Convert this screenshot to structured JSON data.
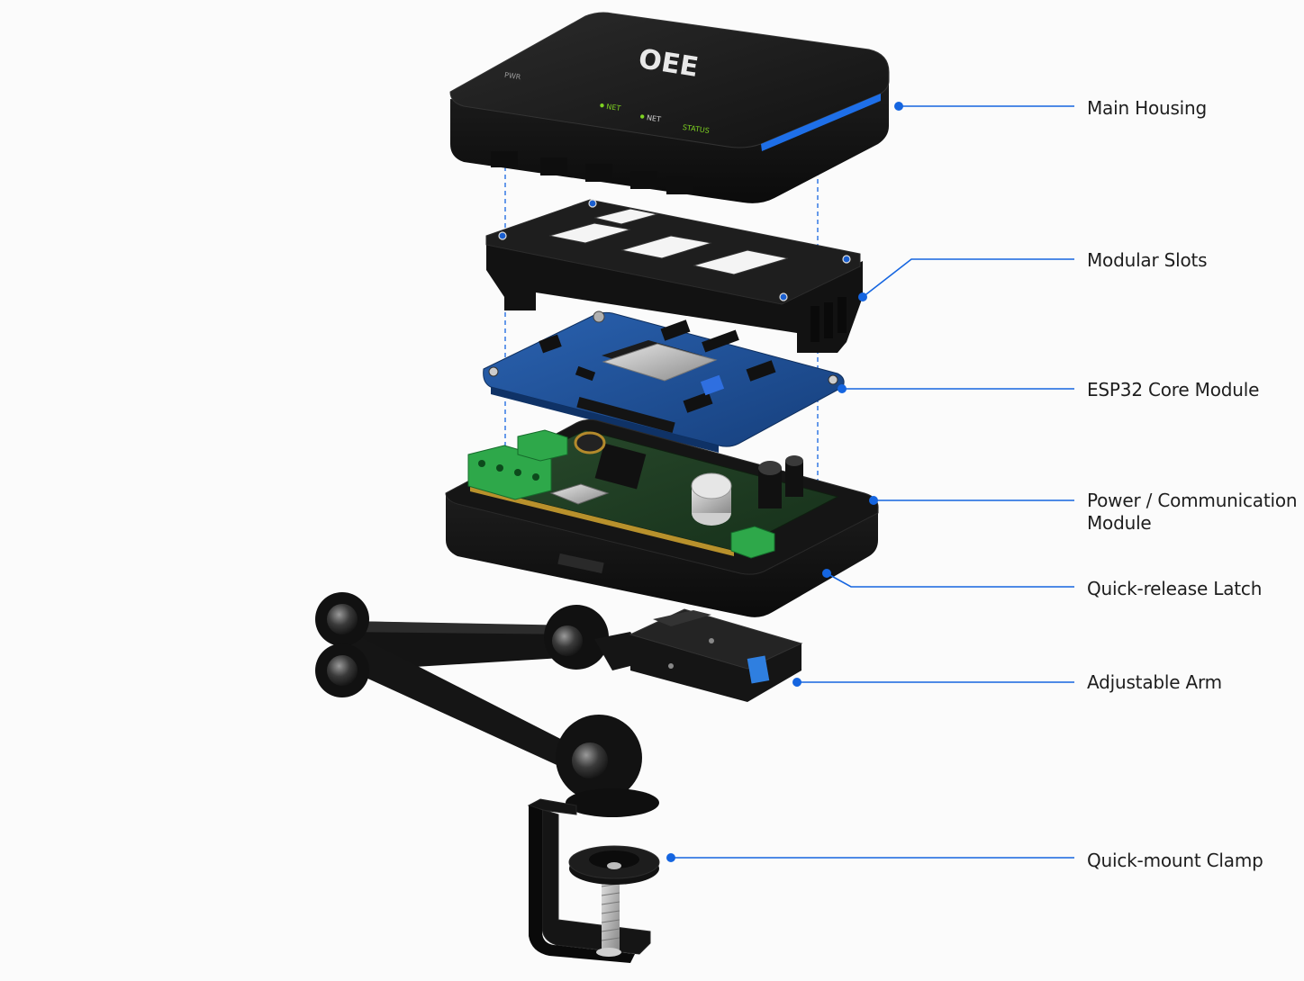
{
  "device": {
    "brand": "OEE",
    "indicators": [
      "PWR",
      "NET",
      "NET",
      "STATUS"
    ]
  },
  "callouts": {
    "main_housing": "Main Housing",
    "modular_slots": "Modular Slots",
    "esp32_core": "ESP32 Core Module",
    "power_comm": "Power / Communication\nModule",
    "quick_release_latch": "Quick-release Latch",
    "adjustable_arm": "Adjustable Arm",
    "quick_mount_clamp": "Quick-mount Clamp"
  },
  "colors": {
    "leader": "#1565e0",
    "housing": "#1a1a1a",
    "pcb_blue": "#1d4f96",
    "pcb_green": "#1f3a22",
    "terminal": "#2ea84a",
    "led": "#7ed321",
    "latch": "#2f7fe0"
  }
}
